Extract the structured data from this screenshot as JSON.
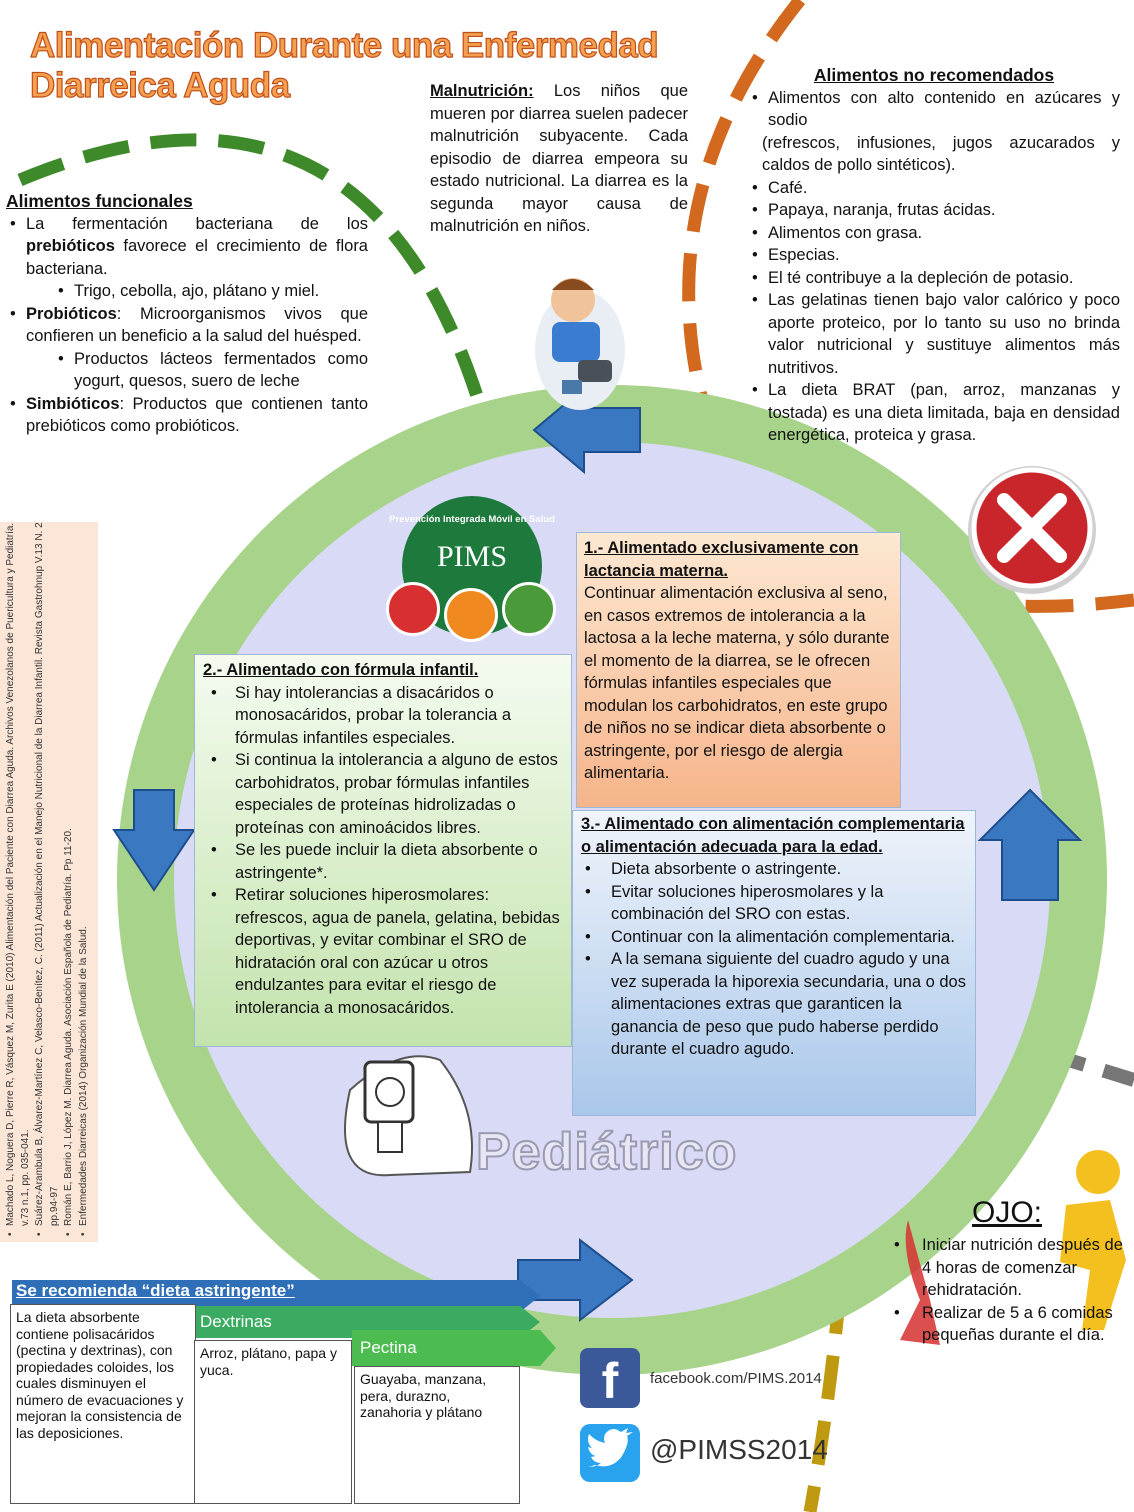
{
  "title": {
    "line1": "Alimentación Durante una Enfermedad",
    "line2": "Diarreica Aguda"
  },
  "colors": {
    "green_ring": "#a8d38a",
    "inner_circle": "#d8daf6",
    "dash_green": "#3e8a2a",
    "dash_orange": "#d2691e",
    "dash_olive": "#bf9a10",
    "dash_gray": "#777777",
    "arrow_blue": "#3a78c2",
    "title_orange": "#f4a050",
    "stop_red": "#c8262b"
  },
  "malnutricion": {
    "heading": "Malnutrición:",
    "text": "Los niños que mueren por diarrea suelen padecer malnutrición subyacente. Cada episodio de diarrea empeora su estado nutricional. La diarrea es la segunda mayor causa de malnutrición en niños."
  },
  "funcionales": {
    "heading": "Alimentos funcionales",
    "item1_pre": "La fermentación bacteriana de los ",
    "item1_bold": "prebióticos",
    "item1_post": " favorece el crecimiento de flora bacteriana.",
    "sub1": "Trigo, cebolla, ajo, plátano y miel.",
    "item2_bold": "Probióticos",
    "item2_post": ": Microorganismos vivos que confieren un beneficio a la salud del huésped.",
    "sub2": "Productos lácteos fermentados como yogurt, quesos, suero de leche",
    "item3_bold": "Simbióticos",
    "item3_post": ": Productos que contienen tanto prebióticos como probióticos."
  },
  "no_recomendados": {
    "heading": "Alimentos  no recomendados",
    "item1": "Alimentos con alto contenido en azúcares y sodio",
    "item1_extra": "(refrescos, infusiones, jugos azucarados y caldos de pollo sintéticos).",
    "items": [
      "Café.",
      "Papaya, naranja,  frutas ácidas.",
      "Alimentos con grasa.",
      "Especias.",
      "El té contribuye a la depleción de potasio.",
      "Las gelatinas tienen bajo valor calórico y poco aporte proteico, por lo tanto su uso no brinda valor nutricional y sustituye alimentos más nutritivos.",
      "La dieta BRAT (pan, arroz, manzanas y tostada) es una dieta limitada, baja en densidad energética, proteica y grasa."
    ]
  },
  "logo": {
    "arc_text": "Prevención Integrada Móvil en Salud",
    "name": "PIMS"
  },
  "box1": {
    "heading": "1.- Alimentado  exclusivamente con lactancia materna.",
    "text": "Continuar alimentación exclusiva al seno, en casos extremos de intolerancia a la lactosa a la leche materna, y sólo durante el momento de la diarrea,  se le ofrecen fórmulas infantiles especiales que modulan los carbohidratos, en este grupo de niños no se indicar dieta absorbente o astringente, por el riesgo de alergia alimentaria."
  },
  "box2": {
    "heading": "2.- Alimentado  con fórmula infantil.",
    "items": [
      "Si hay intolerancias a disacáridos o monosacáridos, probar la tolerancia a fórmulas infantiles especiales.",
      "Si continua la intolerancia a alguno de estos carbohidratos, probar fórmulas infantiles especiales de proteínas hidrolizadas o proteínas con aminoácidos libres.",
      "Se les puede incluir la dieta absorbente o astringente*.",
      "Retirar soluciones hiperosmolares: refrescos, agua de panela, gelatina, bebidas deportivas, y evitar combinar el SRO de hidratación oral con azúcar u otros endulzantes para evitar el riesgo de intolerancia a monosacáridos."
    ]
  },
  "box3": {
    "heading": "3.- Alimentado  con alimentación complementaria  o alimentación adecuada para la edad.",
    "items": [
      "Dieta absorbente o astringente.",
      "Evitar soluciones hiperosmolares y la combinación del SRO con estas.",
      "Continuar con la alimentación complementaria.",
      "A la semana siguiente del cuadro agudo y una vez superada la hiporexia secundaria, una o dos alimentaciones extras que garanticen la ganancia de peso que pudo haberse perdido durante el cuadro agudo."
    ]
  },
  "pediatrico": "Pediátrico",
  "references": [
    "Machado L, Noguera D, Pierre R, Vásquez M, Zurita E (2010) Alimentación del Paciente con Diarrea Aguda. Archivos Venezolanos de Puericultura y Pediatría. v.73 n.1, pp. 035-041.",
    "Suárez-Arambula B, Álvarez-Martínez C, Velasco-Benítez, C. (2011) Actualización en el Manejo Nutricional de la Diarrea Infantil. Revista Gastrohnup V.13 N. 2 pp.94-97",
    "Román E, Barrio J, López M. Diarrea Aguda. Asociación Española de Pediatría. Pp 11-20.",
    "Enfermedades Diarreicas (2014) Organización Mundial de la Salud."
  ],
  "ojo": {
    "heading": "OJO:",
    "items": [
      "Iniciar nutrición después de 4 horas de comenzar rehidratación.",
      "Realizar de 5 a 6 comidas pequeñas durante el día."
    ]
  },
  "astringente": {
    "banner": "Se recomienda “dieta astringente”",
    "desc": "La dieta absorbente contiene polisacáridos (pectina y dextrinas), con propiedades coloides, los cuales disminuyen el número de evacuaciones y mejoran la consistencia de las deposiciones.",
    "dextrinas_label": "Dextrinas",
    "dextrinas_text": "Arroz, plátano, papa y yuca.",
    "pectina_label": "Pectina",
    "pectina_text": "Guayaba, manzana, pera, durazno, zanahoria  y plátano"
  },
  "social": {
    "facebook": "facebook.com/PIMS.2014",
    "twitter": "@PIMSS2014"
  }
}
